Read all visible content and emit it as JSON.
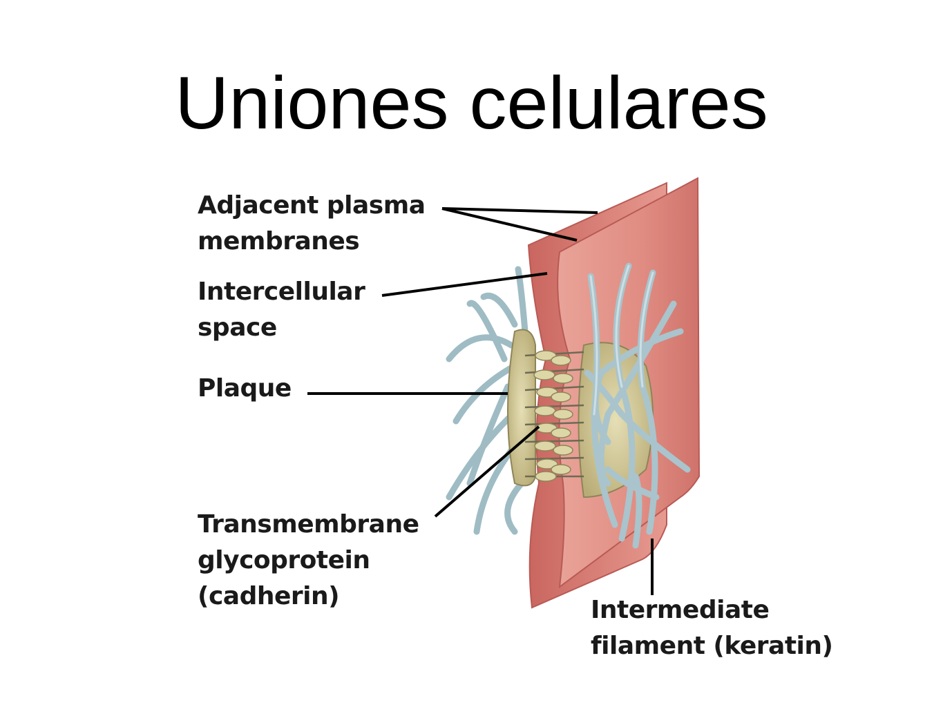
{
  "slide": {
    "title": "Uniones celulares"
  },
  "labels": {
    "membranes": [
      "Adjacent plasma",
      "membranes"
    ],
    "space": [
      "Intercellular",
      "space"
    ],
    "plaque": [
      "Plaque"
    ],
    "glycoprotein": [
      "Transmembrane",
      "glycoprotein",
      "(cadherin)"
    ],
    "filament": [
      "Intermediate",
      "filament (keratin)"
    ]
  },
  "colors": {
    "membrane": "#e28a80",
    "membrane_edge": "#b85a55",
    "plaque": "#d8cf9c",
    "filament": "#a9c4cc",
    "leader": "#000000"
  }
}
